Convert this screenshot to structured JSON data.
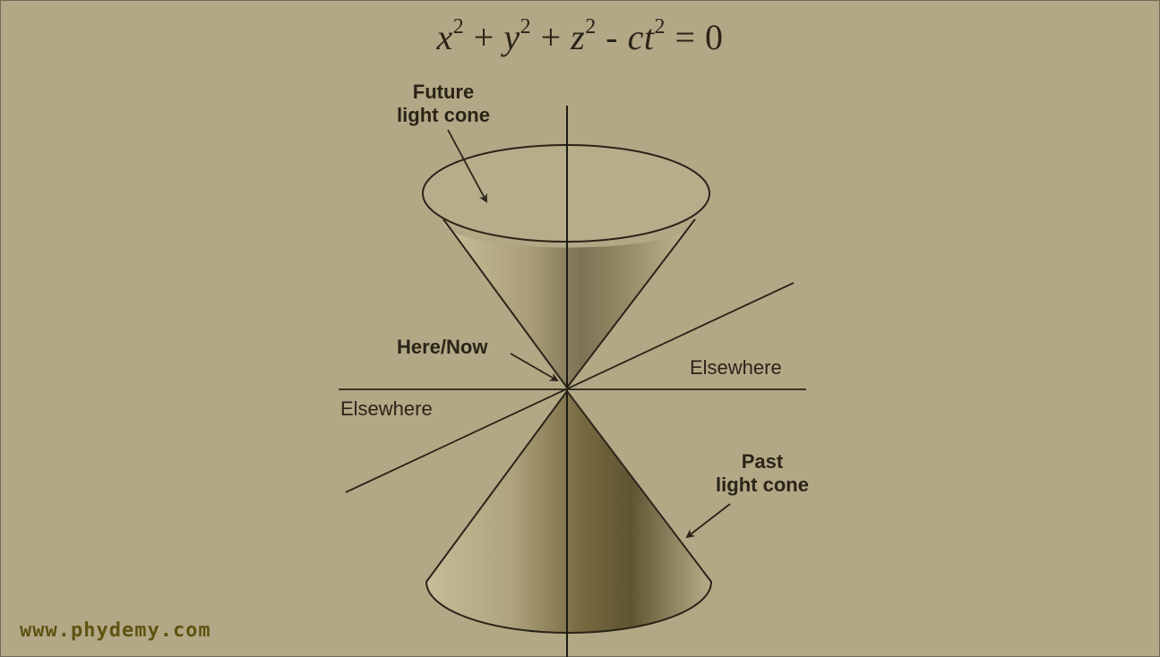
{
  "equation": {
    "x": "x",
    "y": "y",
    "z": "z",
    "ct": "ct",
    "exp": "2",
    "plus": "+",
    "minus": "-",
    "eq": "= 0"
  },
  "labels": {
    "future_line1": "Future",
    "future_line2": "light cone",
    "here_now": "Here/Now",
    "elsewhere_right": "Elsewhere",
    "elsewhere_left": "Elsewhere",
    "past_line1": "Past",
    "past_line2": "light cone"
  },
  "watermark": "www.phydemy.com",
  "colors": {
    "background": "#b3a886",
    "ink": "#2a2418",
    "watermark": "#5e5412"
  }
}
